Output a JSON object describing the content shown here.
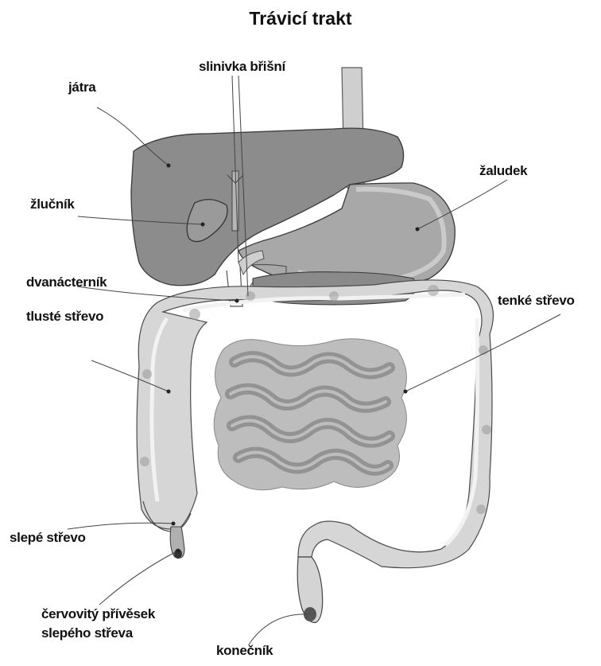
{
  "title": "Trávicí trakt",
  "labels": {
    "jatra": "játra",
    "slinivka": "slinivka břišní",
    "zaludek": "žaludek",
    "zlucnik": "žlučník",
    "dvanacternik": "dvanácterník",
    "tluste": "tlusté střevo",
    "tenke": "tenké střevo",
    "slepe": "slepé střevo",
    "cervovity_line1": "červovitý přívěsek",
    "cervovity_line2": "slepého střeva",
    "konecnik": "konečník"
  },
  "colors": {
    "organ_dark": "#8c8c8c",
    "organ_mid": "#a8a8a8",
    "organ_light": "#c9c9c9",
    "organ_pale": "#e2e2e2",
    "outline": "#3a3a3a",
    "leader": "#444444"
  }
}
